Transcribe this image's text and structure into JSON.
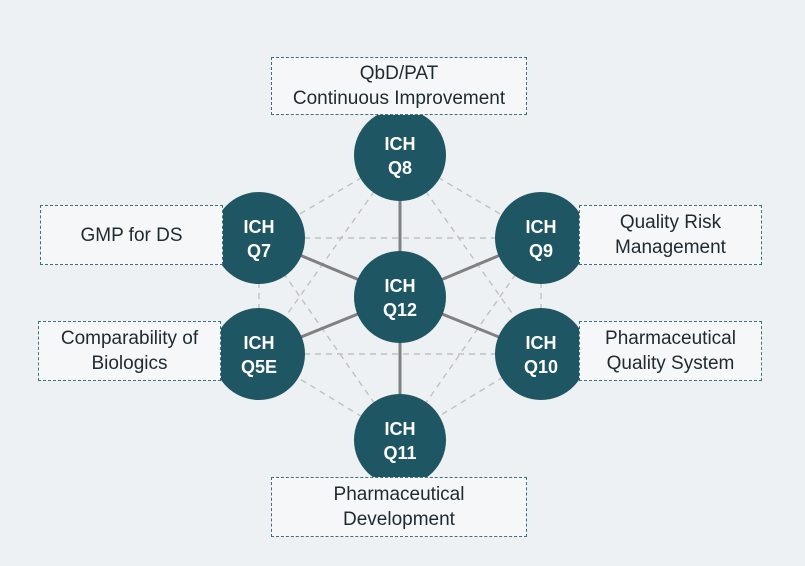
{
  "nodes": [
    {
      "id": "q8",
      "line1": "ICH",
      "line2": "Q8"
    },
    {
      "id": "q7",
      "line1": "ICH",
      "line2": "Q7"
    },
    {
      "id": "q9",
      "line1": "ICH",
      "line2": "Q9"
    },
    {
      "id": "q12",
      "line1": "ICH",
      "line2": "Q12"
    },
    {
      "id": "q5e",
      "line1": "ICH",
      "line2": "Q5E"
    },
    {
      "id": "q10",
      "line1": "ICH",
      "line2": "Q10"
    },
    {
      "id": "q11",
      "line1": "ICH",
      "line2": "Q11"
    }
  ],
  "labels": {
    "q8": {
      "line1": "QbD/PAT",
      "line2": "Continuous Improvement"
    },
    "q7": {
      "line1": "GMP for DS",
      "line2": ""
    },
    "q9": {
      "line1": "Quality Risk",
      "line2": "Management"
    },
    "q5e": {
      "line1": "Comparability of",
      "line2": "Biologics"
    },
    "q10": {
      "line1": "Pharmaceutical",
      "line2": "Quality System"
    },
    "q11": {
      "line1": "Pharmaceutical",
      "line2": "Development"
    }
  },
  "colors": {
    "node_fill": "#1f5663",
    "solid_edge": "#808080",
    "dashed_edge": "#c0c0c0",
    "box_border": "#3f6f79"
  }
}
